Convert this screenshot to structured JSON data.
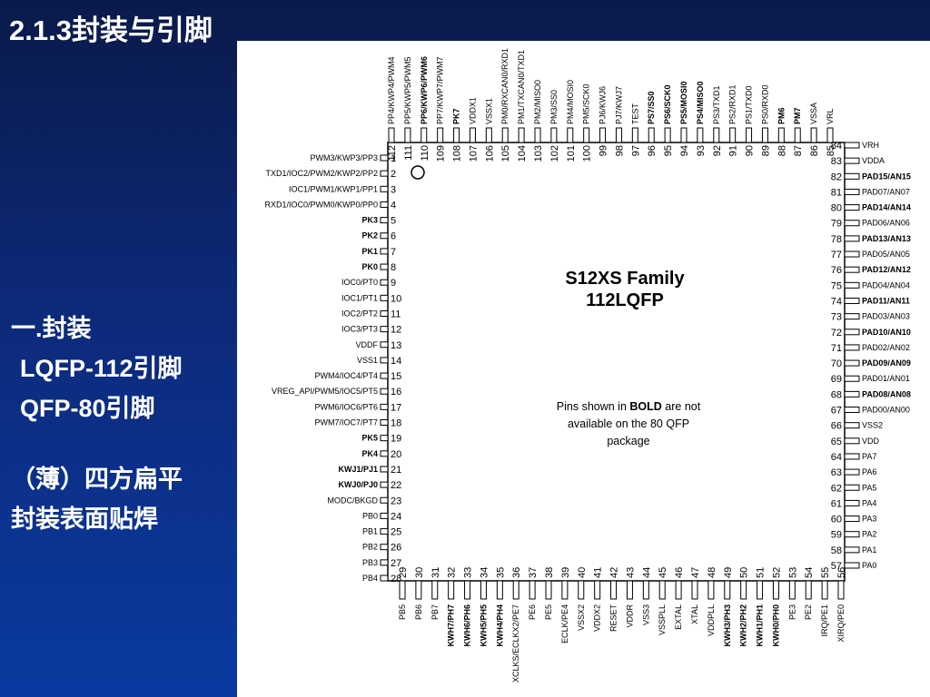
{
  "slide": {
    "title": "2.1.3封装与引脚",
    "bullets": {
      "heading": "一.封装",
      "line1": "LQFP-112引脚",
      "line2": "QFP-80引脚",
      "line3": "（薄）四方扁平",
      "line4": "封装表面贴焊"
    }
  },
  "chip": {
    "title": "S12XS Family",
    "subtitle": "112LQFP",
    "note_prefix": "Pins shown in ",
    "note_bold": "BOLD",
    "note_suffix": " are not",
    "note_line2": "available on the 80 QFP",
    "note_line3": "package",
    "left_pins": [
      {
        "n": "1",
        "label": "PWM3/KWP3/PP3",
        "bold": false
      },
      {
        "n": "2",
        "label": "TXD1/IOC2/PWM2/KWP2/PP2",
        "bold": false
      },
      {
        "n": "3",
        "label": "IOC1/PWM1/KWP1/PP1",
        "bold": false
      },
      {
        "n": "4",
        "label": "RXD1/IOC0/PWM0/KWP0/PP0",
        "bold": false
      },
      {
        "n": "5",
        "label": "PK3",
        "bold": true
      },
      {
        "n": "6",
        "label": "PK2",
        "bold": true
      },
      {
        "n": "7",
        "label": "PK1",
        "bold": true
      },
      {
        "n": "8",
        "label": "PK0",
        "bold": true
      },
      {
        "n": "9",
        "label": "IOC0/PT0",
        "bold": false
      },
      {
        "n": "10",
        "label": "IOC1/PT1",
        "bold": false
      },
      {
        "n": "11",
        "label": "IOC2/PT2",
        "bold": false
      },
      {
        "n": "12",
        "label": "IOC3/PT3",
        "bold": false
      },
      {
        "n": "13",
        "label": "VDDF",
        "bold": false
      },
      {
        "n": "14",
        "label": "VSS1",
        "bold": false
      },
      {
        "n": "15",
        "label": "PWM4/IOC4/PT4",
        "bold": false
      },
      {
        "n": "16",
        "label": "VREG_API/PWM5/IOC5/PT5",
        "bold": false
      },
      {
        "n": "17",
        "label": "PWM6/IOC6/PT6",
        "bold": false
      },
      {
        "n": "18",
        "label": "PWM7/IOC7/PT7",
        "bold": false
      },
      {
        "n": "19",
        "label": "PK5",
        "bold": true
      },
      {
        "n": "20",
        "label": "PK4",
        "bold": true
      },
      {
        "n": "21",
        "label": "KWJ1/PJ1",
        "bold": true
      },
      {
        "n": "22",
        "label": "KWJ0/PJ0",
        "bold": true
      },
      {
        "n": "23",
        "label": "MODC/BKGD",
        "bold": false
      },
      {
        "n": "24",
        "label": "PB0",
        "bold": false
      },
      {
        "n": "25",
        "label": "PB1",
        "bold": false
      },
      {
        "n": "26",
        "label": "PB2",
        "bold": false
      },
      {
        "n": "27",
        "label": "PB3",
        "bold": false
      },
      {
        "n": "28",
        "label": "PB4",
        "bold": false
      }
    ],
    "bottom_pins": [
      {
        "n": "29",
        "label": "PB5",
        "bold": false
      },
      {
        "n": "30",
        "label": "PB6",
        "bold": false
      },
      {
        "n": "31",
        "label": "PB7",
        "bold": false
      },
      {
        "n": "32",
        "label": "KWH7/PH7",
        "bold": true
      },
      {
        "n": "33",
        "label": "KWH6/PH6",
        "bold": true
      },
      {
        "n": "34",
        "label": "KWH5/PH5",
        "bold": true
      },
      {
        "n": "35",
        "label": "KWH4/PH4",
        "bold": true
      },
      {
        "n": "36",
        "label": "XCLKS/ECLKX2/PE7",
        "bold": false
      },
      {
        "n": "37",
        "label": "PE6",
        "bold": false
      },
      {
        "n": "38",
        "label": "PE5",
        "bold": false
      },
      {
        "n": "39",
        "label": "ECLK/PE4",
        "bold": false
      },
      {
        "n": "40",
        "label": "VSSX2",
        "bold": false
      },
      {
        "n": "41",
        "label": "VDDX2",
        "bold": false
      },
      {
        "n": "42",
        "label": "RESET",
        "bold": false
      },
      {
        "n": "43",
        "label": "VDDR",
        "bold": false
      },
      {
        "n": "44",
        "label": "VSS3",
        "bold": false
      },
      {
        "n": "45",
        "label": "VSSPLL",
        "bold": false
      },
      {
        "n": "46",
        "label": "EXTAL",
        "bold": false
      },
      {
        "n": "47",
        "label": "XTAL",
        "bold": false
      },
      {
        "n": "48",
        "label": "VDDPLL",
        "bold": false
      },
      {
        "n": "49",
        "label": "KWH3/PH3",
        "bold": true
      },
      {
        "n": "50",
        "label": "KWH2/PH2",
        "bold": true
      },
      {
        "n": "51",
        "label": "KWH1/PH1",
        "bold": true
      },
      {
        "n": "52",
        "label": "KWH0/PH0",
        "bold": true
      },
      {
        "n": "53",
        "label": "PE3",
        "bold": false
      },
      {
        "n": "54",
        "label": "PE2",
        "bold": false
      },
      {
        "n": "55",
        "label": "IRQ/PE1",
        "bold": false
      },
      {
        "n": "56",
        "label": "XIRQ/PE0",
        "bold": false
      }
    ],
    "right_pins": [
      {
        "n": "57",
        "label": "PA0",
        "bold": false
      },
      {
        "n": "58",
        "label": "PA1",
        "bold": false
      },
      {
        "n": "59",
        "label": "PA2",
        "bold": false
      },
      {
        "n": "60",
        "label": "PA3",
        "bold": false
      },
      {
        "n": "61",
        "label": "PA4",
        "bold": false
      },
      {
        "n": "62",
        "label": "PA5",
        "bold": false
      },
      {
        "n": "63",
        "label": "PA6",
        "bold": false
      },
      {
        "n": "64",
        "label": "PA7",
        "bold": false
      },
      {
        "n": "65",
        "label": "VDD",
        "bold": false
      },
      {
        "n": "66",
        "label": "VSS2",
        "bold": false
      },
      {
        "n": "67",
        "label": "PAD00/AN00",
        "bold": false
      },
      {
        "n": "68",
        "label": "PAD08/AN08",
        "bold": true
      },
      {
        "n": "69",
        "label": "PAD01/AN01",
        "bold": false
      },
      {
        "n": "70",
        "label": "PAD09/AN09",
        "bold": true
      },
      {
        "n": "71",
        "label": "PAD02/AN02",
        "bold": false
      },
      {
        "n": "72",
        "label": "PAD10/AN10",
        "bold": true
      },
      {
        "n": "73",
        "label": "PAD03/AN03",
        "bold": false
      },
      {
        "n": "74",
        "label": "PAD11/AN11",
        "bold": true
      },
      {
        "n": "75",
        "label": "PAD04/AN04",
        "bold": false
      },
      {
        "n": "76",
        "label": "PAD12/AN12",
        "bold": true
      },
      {
        "n": "77",
        "label": "PAD05/AN05",
        "bold": false
      },
      {
        "n": "78",
        "label": "PAD13/AN13",
        "bold": true
      },
      {
        "n": "79",
        "label": "PAD06/AN06",
        "bold": false
      },
      {
        "n": "80",
        "label": "PAD14/AN14",
        "bold": true
      },
      {
        "n": "81",
        "label": "PAD07/AN07",
        "bold": false
      },
      {
        "n": "82",
        "label": "PAD15/AN15",
        "bold": true
      },
      {
        "n": "83",
        "label": "VDDA",
        "bold": false
      },
      {
        "n": "84",
        "label": "VRH",
        "bold": false
      }
    ],
    "top_pins": [
      {
        "n": "85",
        "label": "VRL",
        "bold": false
      },
      {
        "n": "86",
        "label": "VSSA",
        "bold": false
      },
      {
        "n": "87",
        "label": "PM7",
        "bold": true
      },
      {
        "n": "88",
        "label": "PM6",
        "bold": true
      },
      {
        "n": "89",
        "label": "PS0/RXD0",
        "bold": false
      },
      {
        "n": "90",
        "label": "PS1/TXD0",
        "bold": false
      },
      {
        "n": "91",
        "label": "PS2/RXD1",
        "bold": false
      },
      {
        "n": "92",
        "label": "PS3/TXD1",
        "bold": false
      },
      {
        "n": "93",
        "label": "PS4/MISO0",
        "bold": true
      },
      {
        "n": "94",
        "label": "PS5/MOSI0",
        "bold": true
      },
      {
        "n": "95",
        "label": "PS6/SCK0",
        "bold": true
      },
      {
        "n": "96",
        "label": "PS7/SS0",
        "bold": true
      },
      {
        "n": "97",
        "label": "TEST",
        "bold": false
      },
      {
        "n": "98",
        "label": "PJ7/KWJ7",
        "bold": false
      },
      {
        "n": "99",
        "label": "PJ6/KWJ6",
        "bold": false
      },
      {
        "n": "100",
        "label": "PM5/SCK0",
        "bold": false
      },
      {
        "n": "101",
        "label": "PM4/MOSI0",
        "bold": false
      },
      {
        "n": "102",
        "label": "PM3/SS0",
        "bold": false
      },
      {
        "n": "103",
        "label": "PM2/MISO0",
        "bold": false
      },
      {
        "n": "104",
        "label": "PM1/TXCAN0/TXD1",
        "bold": false
      },
      {
        "n": "105",
        "label": "PM0/RXCAN0/RXD1",
        "bold": false
      },
      {
        "n": "106",
        "label": "VSSX1",
        "bold": false
      },
      {
        "n": "107",
        "label": "VDDX1",
        "bold": false
      },
      {
        "n": "108",
        "label": "PK7",
        "bold": true
      },
      {
        "n": "109",
        "label": "PP7/KWP7/PWM7",
        "bold": false
      },
      {
        "n": "110",
        "label": "PP6/KWP6/PWM6",
        "bold": true
      },
      {
        "n": "111",
        "label": "PP5/KWP5/PWM5",
        "bold": false
      },
      {
        "n": "112",
        "label": "PP4/KWP4/PWM4",
        "bold": false
      }
    ]
  }
}
